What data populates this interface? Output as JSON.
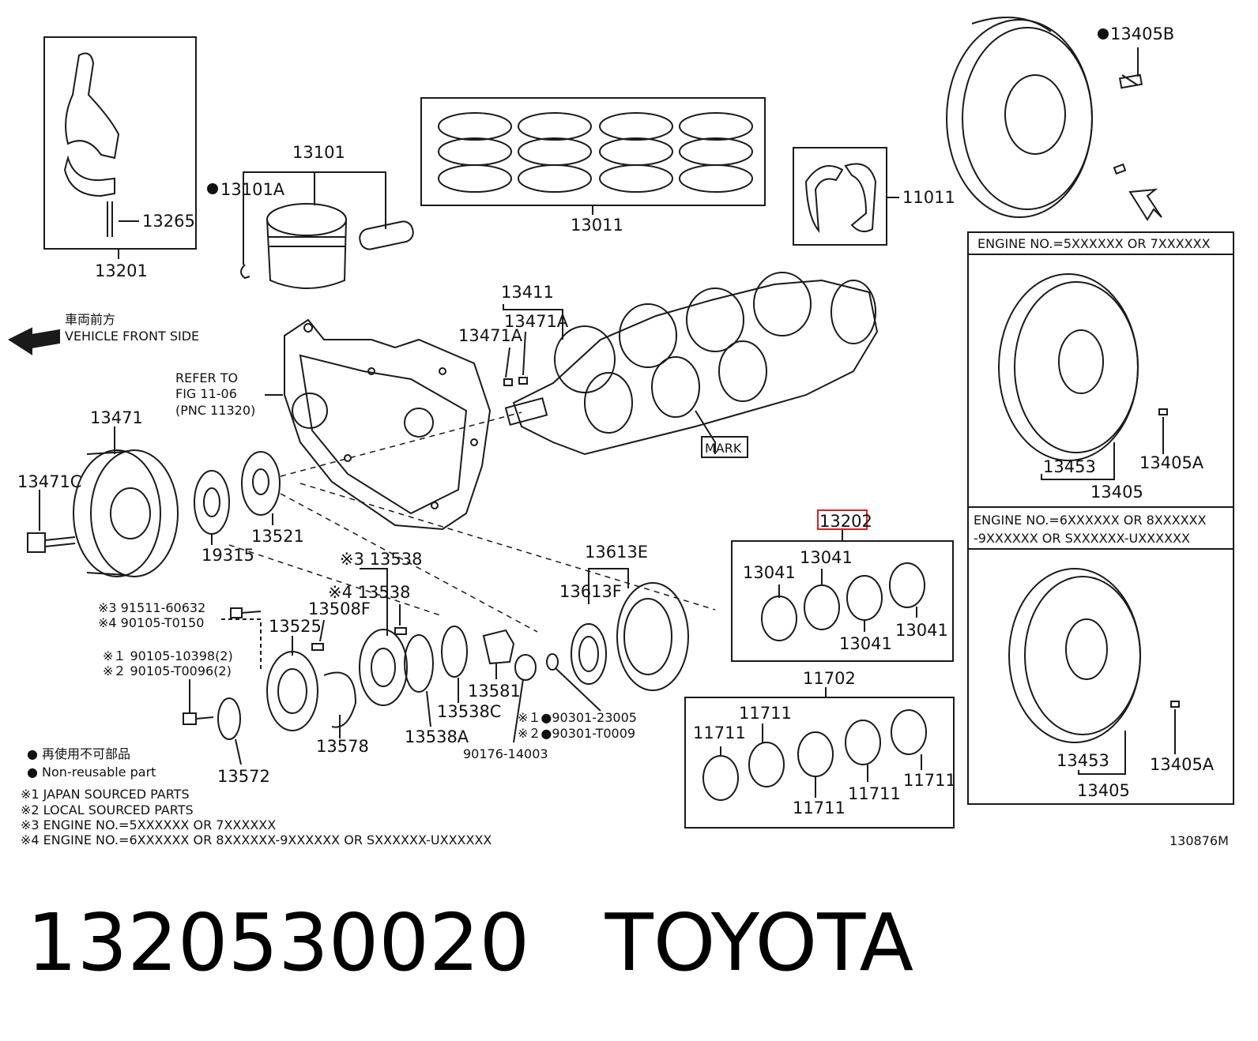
{
  "colors": {
    "line": "#1a1a1a",
    "highlight": "#d92020",
    "background": "#ffffff"
  },
  "direction": {
    "jp": "車両前方",
    "en": "VEHICLE FRONT SIDE"
  },
  "refer": {
    "line1": "REFER TO",
    "line2": "FIG 11-06",
    "line3": "(PNC 11320)"
  },
  "labels": {
    "l13201": "13201",
    "l13265": "13265",
    "l13101": "13101",
    "l13101a": "13101A",
    "l13011": "13011",
    "l11011": "11011",
    "l13405b": "13405B",
    "l13411": "13411",
    "l13471a_1": "13471A",
    "l13471a_2": "13471A",
    "l13471": "13471",
    "l13471c": "13471C",
    "l19315": "19315",
    "l13521": "13521",
    "mark": "MARK",
    "l13202": "13202",
    "l13041_a": "13041",
    "l13041_b": "13041",
    "l13041_c": "13041",
    "l13041_d": "13041",
    "l11702": "11702",
    "l11711_a": "11711",
    "l11711_b": "11711",
    "l11711_c": "11711",
    "l11711_d": "11711",
    "l11711_e": "11711",
    "l13613e": "13613E",
    "l13613f": "13613F",
    "l13538_3": "※3 13538",
    "l13538_4": "※4 13538",
    "l13508f": "13508F",
    "l13525": "13525",
    "l13578": "13578",
    "l13572": "13572",
    "l13538a": "13538A",
    "l13538c": "13538C",
    "l13581": "13581",
    "l90176": "90176-14003",
    "l90301_1": "※１●90301-23005",
    "l90301_2": "※２●90301-T0009",
    "l91511": "※3  91511-60632",
    "l90105_4": "※4  90105-T0150",
    "l90105_1": "※１  90105-10398(2)",
    "l90105_2": "※２  90105-T0096(2)",
    "box1_title": "ENGINE NO.=5XXXXXX OR 7XXXXXX",
    "box1_13453": "13453",
    "box1_13405a": "13405A",
    "box1_13405": "13405",
    "box2_title1": "ENGINE NO.=6XXXXXX OR 8XXXXXX",
    "box2_title2": "-9XXXXXX OR SXXXXXX-UXXXXXX",
    "box2_13453": "13453",
    "box2_13405a": "13405A",
    "box2_13405": "13405",
    "code": "130876M"
  },
  "legend": {
    "nonreuse_jp": "● 再使用不可部品",
    "nonreuse_en": "● Non-reusable part",
    "n1": "※1 JAPAN SOURCED PARTS",
    "n2": "※2 LOCAL SOURCED PARTS",
    "n3": "※3 ENGINE NO.=5XXXXXX OR 7XXXXXX",
    "n4": "※4 ENGINE NO.=6XXXXXX OR 8XXXXXX-9XXXXXX OR SXXXXXX-UXXXXXX"
  },
  "caption": {
    "part_number": "1320530020",
    "brand": "TOYOTA"
  }
}
